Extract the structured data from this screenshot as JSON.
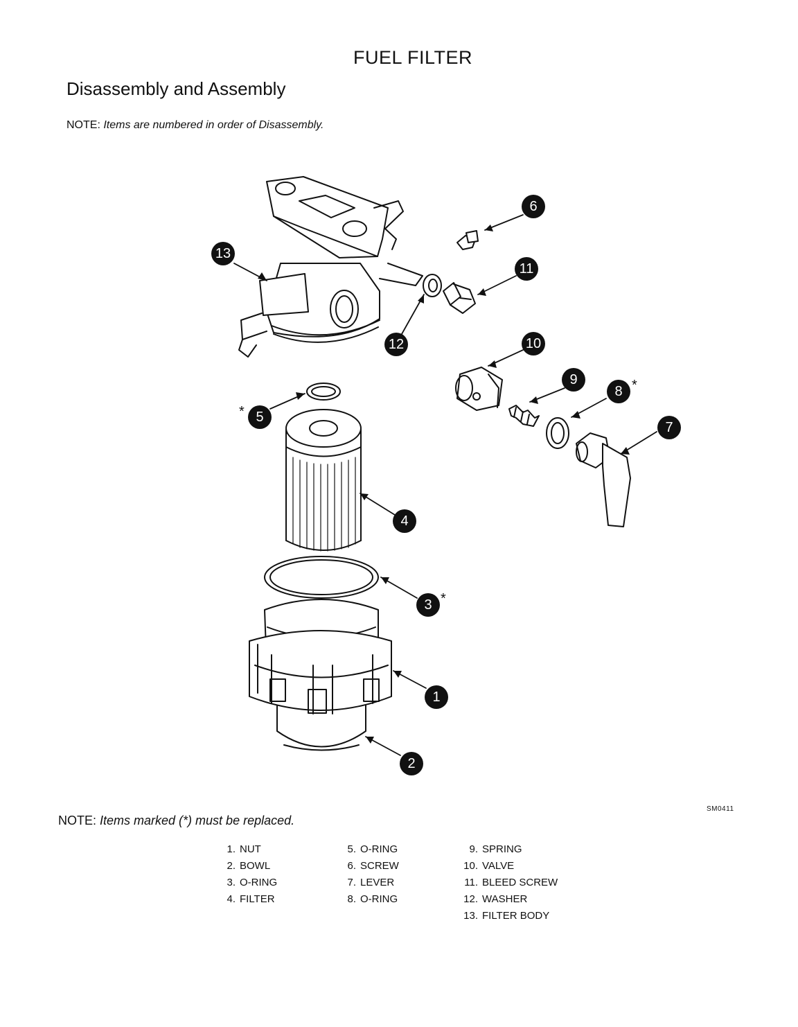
{
  "header": {
    "title": "FUEL FILTER",
    "section": "Disassembly and Assembly",
    "note_label": "NOTE:",
    "note_text": "Items are numbered in order of Disassembly."
  },
  "diagram": {
    "callouts": [
      {
        "id": "1",
        "star": false
      },
      {
        "id": "2",
        "star": false
      },
      {
        "id": "3",
        "star": true
      },
      {
        "id": "4",
        "star": false
      },
      {
        "id": "5",
        "star": true
      },
      {
        "id": "6",
        "star": false
      },
      {
        "id": "7",
        "star": false
      },
      {
        "id": "8",
        "star": true
      },
      {
        "id": "9",
        "star": false
      },
      {
        "id": "10",
        "star": false
      },
      {
        "id": "11",
        "star": false
      },
      {
        "id": "12",
        "star": false
      },
      {
        "id": "13",
        "star": false
      }
    ],
    "star_symbol": "*",
    "figure_code": "SM0411"
  },
  "footer_note": {
    "label": "NOTE:",
    "text": "Items marked (*) must be replaced."
  },
  "parts": [
    {
      "num": "1.",
      "name": "NUT"
    },
    {
      "num": "2.",
      "name": "BOWL"
    },
    {
      "num": "3.",
      "name": "O-RING"
    },
    {
      "num": "4.",
      "name": "FILTER"
    },
    {
      "num": "5.",
      "name": "O-RING"
    },
    {
      "num": "6.",
      "name": "SCREW"
    },
    {
      "num": "7.",
      "name": "LEVER"
    },
    {
      "num": "8.",
      "name": "O-RING"
    },
    {
      "num": "9.",
      "name": "SPRING"
    },
    {
      "num": "10.",
      "name": "VALVE"
    },
    {
      "num": "11.",
      "name": "BLEED SCREW"
    },
    {
      "num": "12.",
      "name": "WASHER"
    },
    {
      "num": "13.",
      "name": "FILTER BODY"
    }
  ]
}
